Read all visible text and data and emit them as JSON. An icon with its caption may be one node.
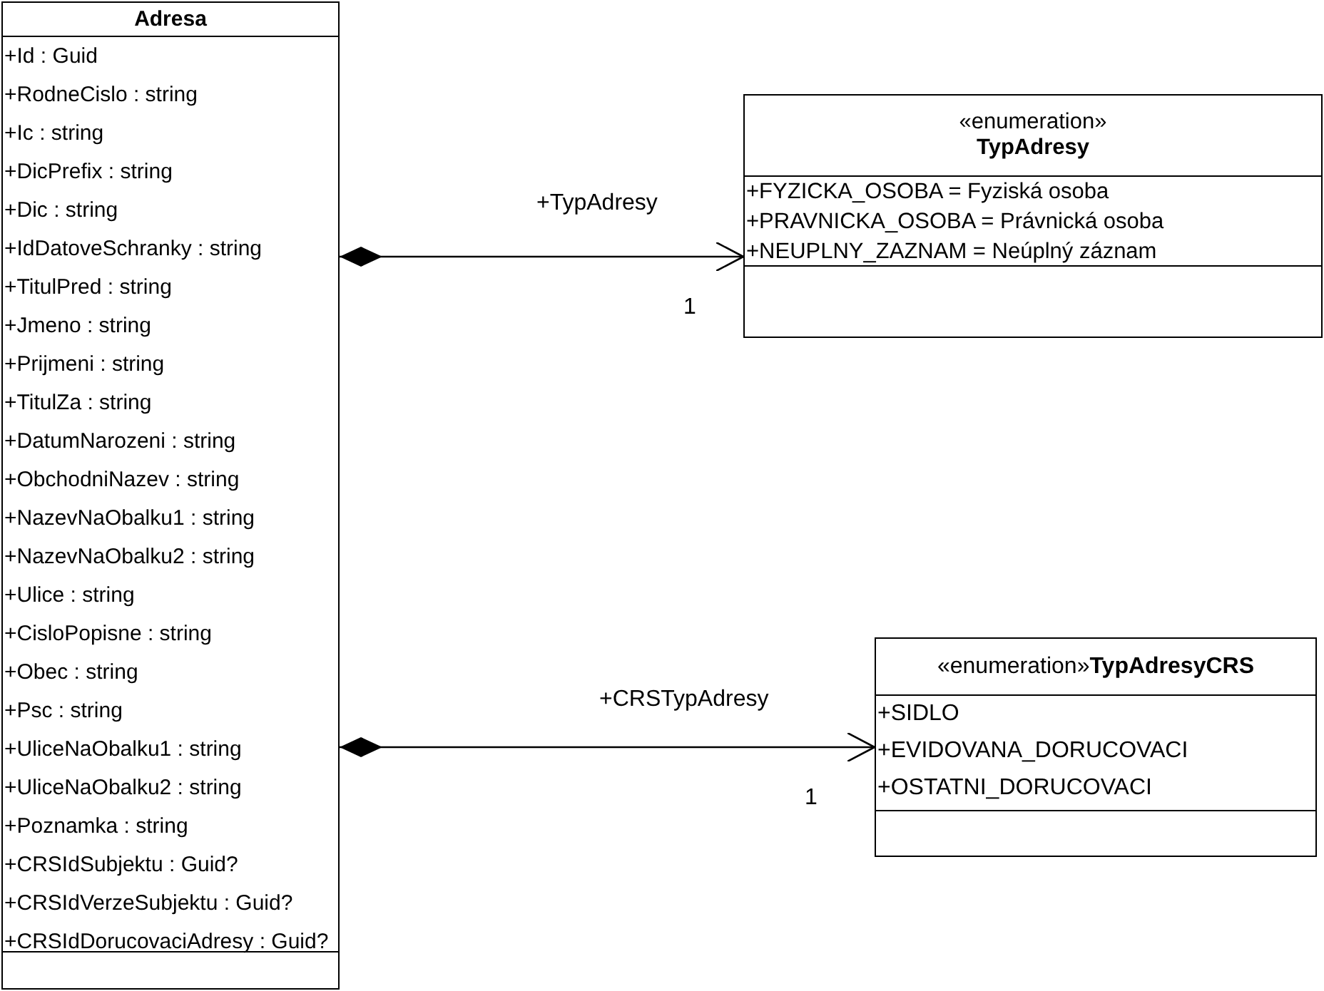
{
  "diagram": {
    "nodes": [
      {
        "text": [
          "Adresa",
          "+Id : Guid",
          "+RodneCislo : string",
          "+Ic : string",
          "+DicPrefix : string",
          "+Dic : string",
          "+IdDatoveSchranky : string",
          "+TitulPred : string",
          "+Jmeno : string",
          "+Prijmeni : string",
          "+TitulZa : string",
          "+DatumNarozeni : string",
          "+ObchodniNazev : string",
          "+NazevNaObalku1 : string",
          "+NazevNaObalku2 : string",
          "+Ulice : string",
          "+CisloPopisne : string",
          "+Obec : string",
          "+Psc : string",
          "+UliceNaObalku1 : string",
          "+UliceNaObalku2 : string",
          "+Poznamka : string",
          "+CRSIdSubjektu : Guid?",
          "+CRSIdVerzeSubjektu : Guid?",
          "+CRSIdDorucovaciAdresy : Guid?"
        ]
      },
      {
        "text": [
          "«enumeration»",
          "TypAdresy",
          "+FYZICKA_OSOBA = Fyziská osoba",
          "+PRAVNICKA_OSOBA = Právnická osoba",
          "+NEUPLNY_ZAZNAM = Neúplný záznam"
        ]
      },
      {
        "text": [
          "«enumeration»",
          "TypAdresyCRS",
          "+SIDLO",
          "+EVIDOVANA_DORUCOVACI",
          "+OSTATNI_DORUCOVACI"
        ]
      }
    ],
    "edges": [
      {
        "from": 0,
        "to": 1,
        "arrow": "to",
        "label": "+TypAdresy"
      },
      {
        "from": 0,
        "to": 2,
        "arrow": "to",
        "label": "+CRSTypAdresy"
      }
    ],
    "labels": [
      "1",
      "1"
    ]
  }
}
